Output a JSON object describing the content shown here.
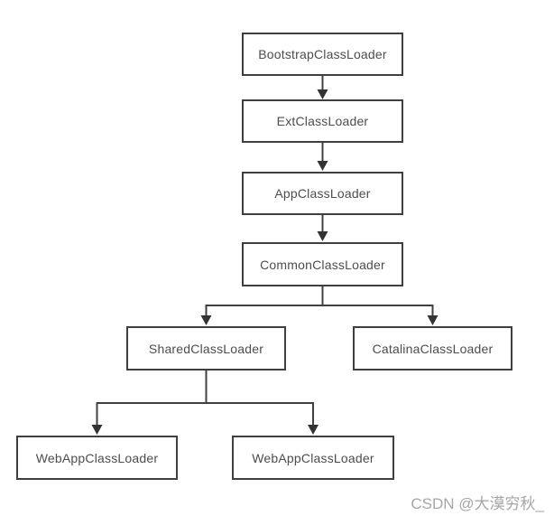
{
  "diagram": {
    "nodes": [
      {
        "id": "bootstrap",
        "label": "BootstrapClassLoader"
      },
      {
        "id": "ext",
        "label": "ExtClassLoader"
      },
      {
        "id": "app",
        "label": "AppClassLoader"
      },
      {
        "id": "common",
        "label": "CommonClassLoader"
      },
      {
        "id": "shared",
        "label": "SharedClassLoader"
      },
      {
        "id": "catalina",
        "label": "CatalinaClassLoader"
      },
      {
        "id": "webapp-left",
        "label": "WebAppClassLoader"
      },
      {
        "id": "webapp-right",
        "label": "WebAppClassLoader"
      }
    ],
    "edges": [
      {
        "from": "bootstrap",
        "to": "ext"
      },
      {
        "from": "ext",
        "to": "app"
      },
      {
        "from": "app",
        "to": "common"
      },
      {
        "from": "common",
        "to": "shared"
      },
      {
        "from": "common",
        "to": "catalina"
      },
      {
        "from": "shared",
        "to": "webapp-left"
      },
      {
        "from": "shared",
        "to": "webapp-right"
      }
    ],
    "colors": {
      "box_border": "#3f3f3f",
      "line": "#404040",
      "text": "#4d4d4d",
      "background": "#ffffff",
      "watermark": "#a6a6a6"
    }
  },
  "watermark": {
    "text": "CSDN @大漠穷秋_"
  }
}
